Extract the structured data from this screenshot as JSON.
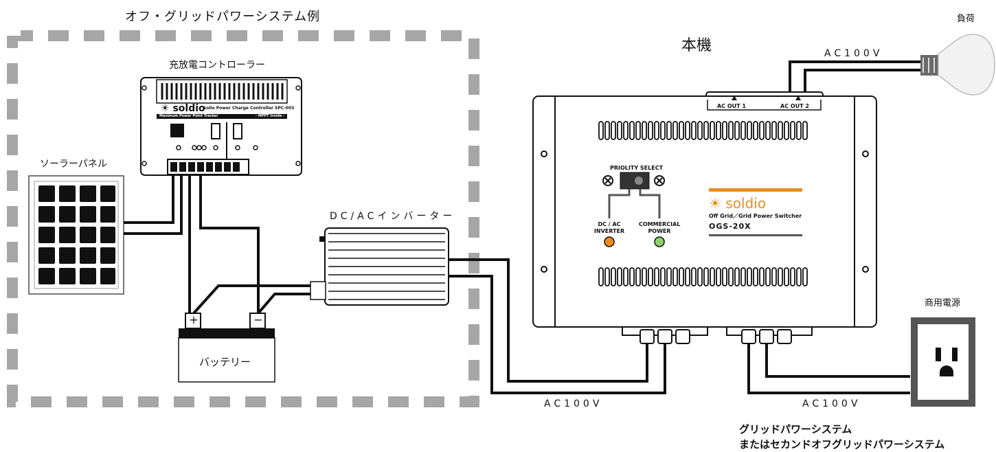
{
  "labels": {
    "system_title": "オフ・グリッドパワーシステム例",
    "main_unit": "本機",
    "load": "負荷",
    "charge_controller": "充放電コントローラー",
    "solar_panel": "ソーラーパネル",
    "inverter": "DC/ACインバーター",
    "battery": "バッテリー",
    "commercial_power": "商用電源",
    "ac_top": "AC100V",
    "ac_bottom_left": "AC100V",
    "ac_bottom_right": "AC100V",
    "grid_system_line1": "グリッドパワーシステム",
    "grid_system_line2": "またはセカンドオフグリッドパワーシステム"
  },
  "controller": {
    "brand": "soldio",
    "product": "Solio Power Charge Controller SPC-003",
    "subtitle": "Maximum Power Point Tracker",
    "mppt": "- MPPT Inside -"
  },
  "device": {
    "ac_out_1": "AC OUT 1",
    "ac_out_2": "AC OUT 2",
    "priority_select": "PRIOLITY SELECT",
    "led_inverter": "DC / AC\nINVERTER",
    "led_commercial": "COMMERCIAL\nPOWER",
    "brand": "soldio",
    "description": "Off Grid／Grid Power Switcher",
    "model": "OGS-20X"
  },
  "battery_terminals": {
    "plus": "+",
    "minus": "−"
  },
  "colors": {
    "dash_border": "#a6a6a6",
    "brand_orange": "#e8901a",
    "led_orange": "#f08a1e",
    "led_green": "#8fd16a",
    "device_fill": "#ffffff",
    "wire": "#111111"
  }
}
